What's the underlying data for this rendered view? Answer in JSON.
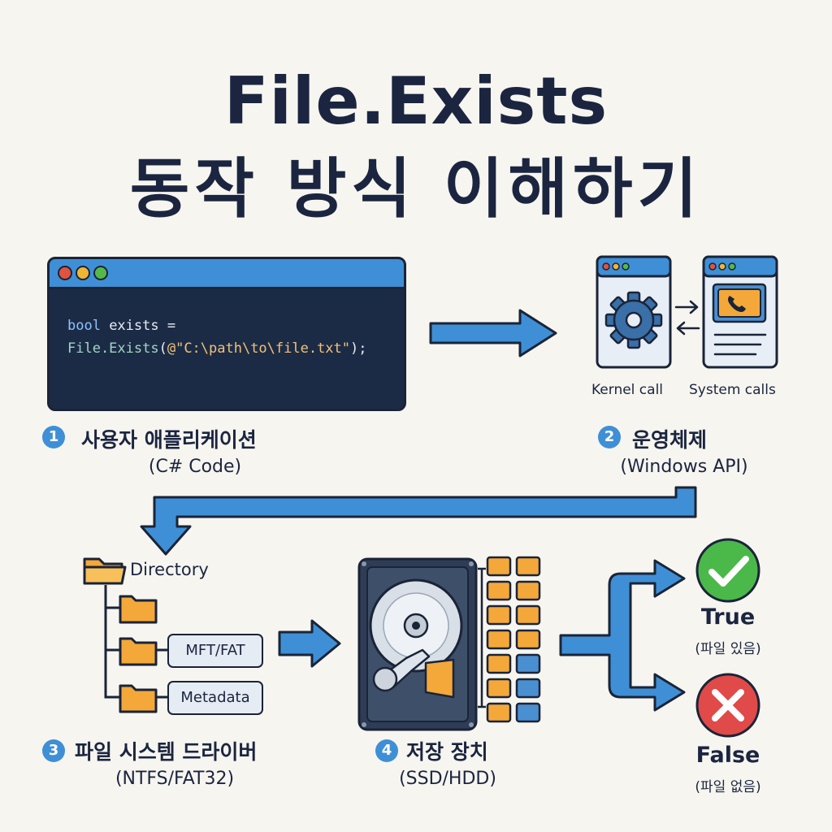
{
  "title": {
    "line1": "File.Exists",
    "line2": "동작 방식 이해하기"
  },
  "code": {
    "line1_kw": "bool",
    "line1_rest": " exists =",
    "line2_fn": "File.Exists",
    "line2_open": "(",
    "line2_str": "@\"C:\\path\\to\\file.txt\"",
    "line2_close": ");"
  },
  "steps": [
    {
      "num": "1",
      "label": "사용자 애플리케이션",
      "sub": "(C# Code)"
    },
    {
      "num": "2",
      "label": "운영체제",
      "sub": "(Windows API)"
    },
    {
      "num": "3",
      "label": "파일 시스템 드라이버",
      "sub": "(NTFS/FAT32)"
    },
    {
      "num": "4",
      "label": "저장 장치",
      "sub": "(SSD/HDD)"
    }
  ],
  "os": {
    "kernel_label": "Kernel call",
    "system_label": "System calls"
  },
  "filesystem": {
    "root_label": "Directory",
    "tag1": "MFT/FAT",
    "tag2": "Metadata"
  },
  "results": {
    "true_label": "True",
    "true_sub": "(파일 있음)",
    "false_label": "False",
    "false_sub": "(파일 없음)"
  },
  "colors": {
    "accent_blue": "#3f8fd6",
    "dark_navy": "#1a2438",
    "folder_orange": "#f4a83a",
    "success_green": "#4bb84a",
    "error_red": "#e04a48"
  }
}
